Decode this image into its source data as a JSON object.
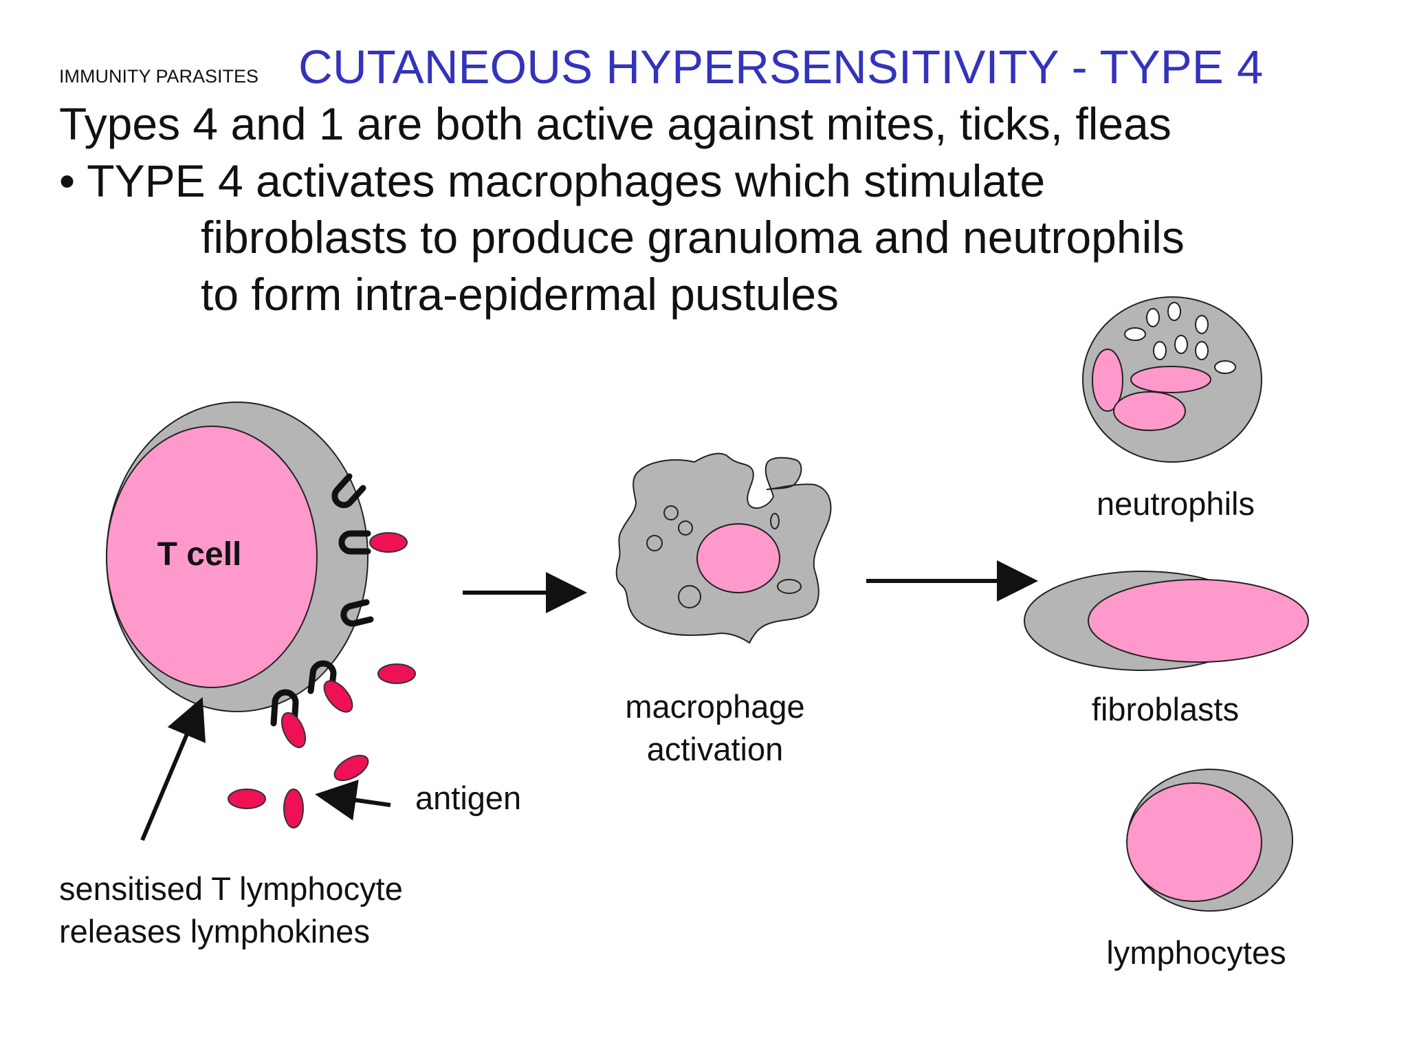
{
  "header": {
    "subject": "IMMUNITY PARASITES",
    "title": "CUTANEOUS HYPERSENSITIVITY - TYPE 4"
  },
  "body": {
    "line1": "Types 4 and 1 are both active against mites, ticks, fleas",
    "line2": "• TYPE 4 activates macrophages which stimulate",
    "line3": "fibroblasts to produce granuloma and neutrophils",
    "line4": "to form intra-epidermal pustules"
  },
  "diagram": {
    "t_cell_label": "T cell",
    "antigen_label": "antigen",
    "sensitised_line1": "sensitised T lymphocyte",
    "sensitised_line2": "releases lymphokines",
    "macrophage_line1": "macrophage",
    "macrophage_line2": "activation",
    "neutrophils_label": "neutrophils",
    "fibroblasts_label": "fibroblasts",
    "lymphocytes_label": "lymphocytes"
  },
  "colors": {
    "title": "#3333bb",
    "cell_gray": "#b5b5b5",
    "nucleus_pink": "#ff99cc",
    "antigen_red": "#ee1155"
  }
}
